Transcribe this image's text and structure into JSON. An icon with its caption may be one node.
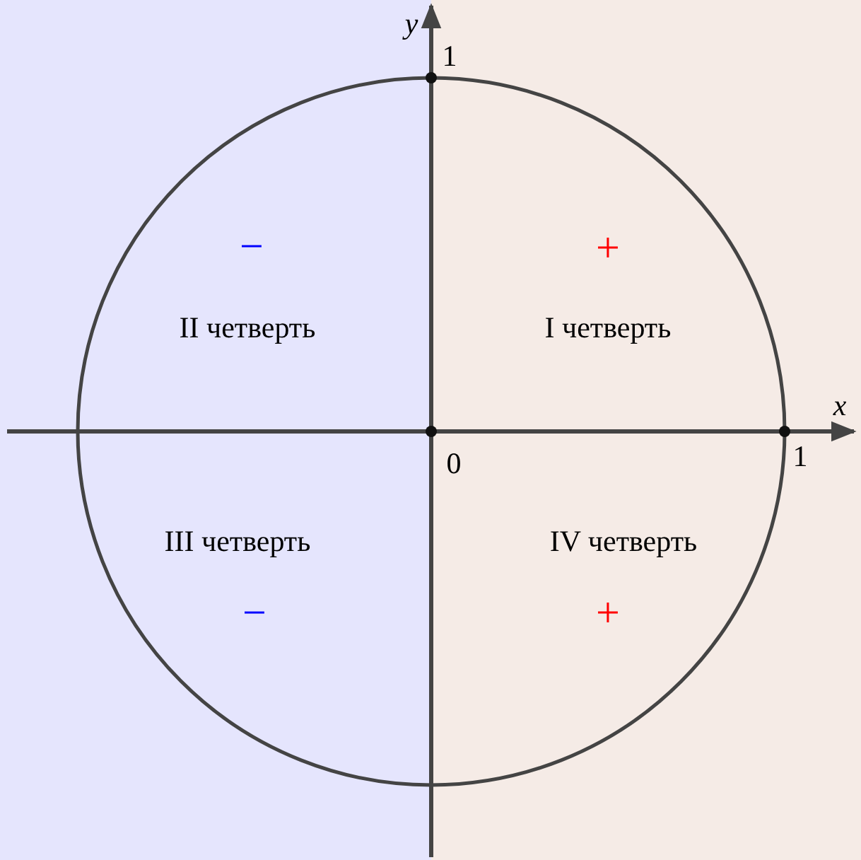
{
  "diagram": {
    "labels": [
      "y",
      "1",
      "−",
      "+",
      "II четверть",
      "I четверть",
      "x",
      "0",
      "1",
      "III четверть",
      "IV четверть",
      "−",
      "+"
    ]
  }
}
